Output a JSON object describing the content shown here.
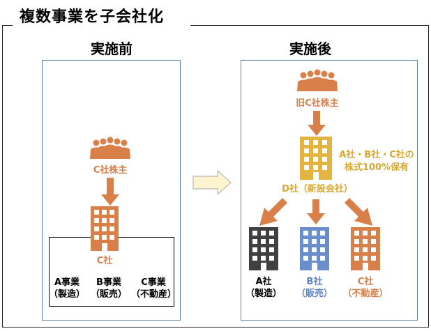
{
  "title": "複数事業を子会社化",
  "before": {
    "heading": "実施前",
    "shareholders": "C社株主",
    "company": "C社",
    "businesses": [
      {
        "name": "A事業",
        "sub": "（製造）"
      },
      {
        "name": "B事業",
        "sub": "（販売）"
      },
      {
        "name": "C事業",
        "sub": "（不動産）"
      }
    ]
  },
  "after": {
    "heading": "実施後",
    "shareholders": "旧C社株主",
    "holding_company": "D社（新設会社）",
    "holding_note_line1": "A社・B社・C社の",
    "holding_note_line2": "株式100%保有",
    "subsidiaries": [
      {
        "name": "A社",
        "sub": "（製造）"
      },
      {
        "name": "B社",
        "sub": "（販売）"
      },
      {
        "name": "C社",
        "sub": "（不動産）"
      }
    ]
  },
  "colors": {
    "orange": "#d9804a",
    "gold": "#e3b540",
    "blue": "#6a8dcc",
    "dark": "#404040",
    "panel_border": "#5b7fa6",
    "transition_arrow_fill": "#fdf3cf"
  }
}
